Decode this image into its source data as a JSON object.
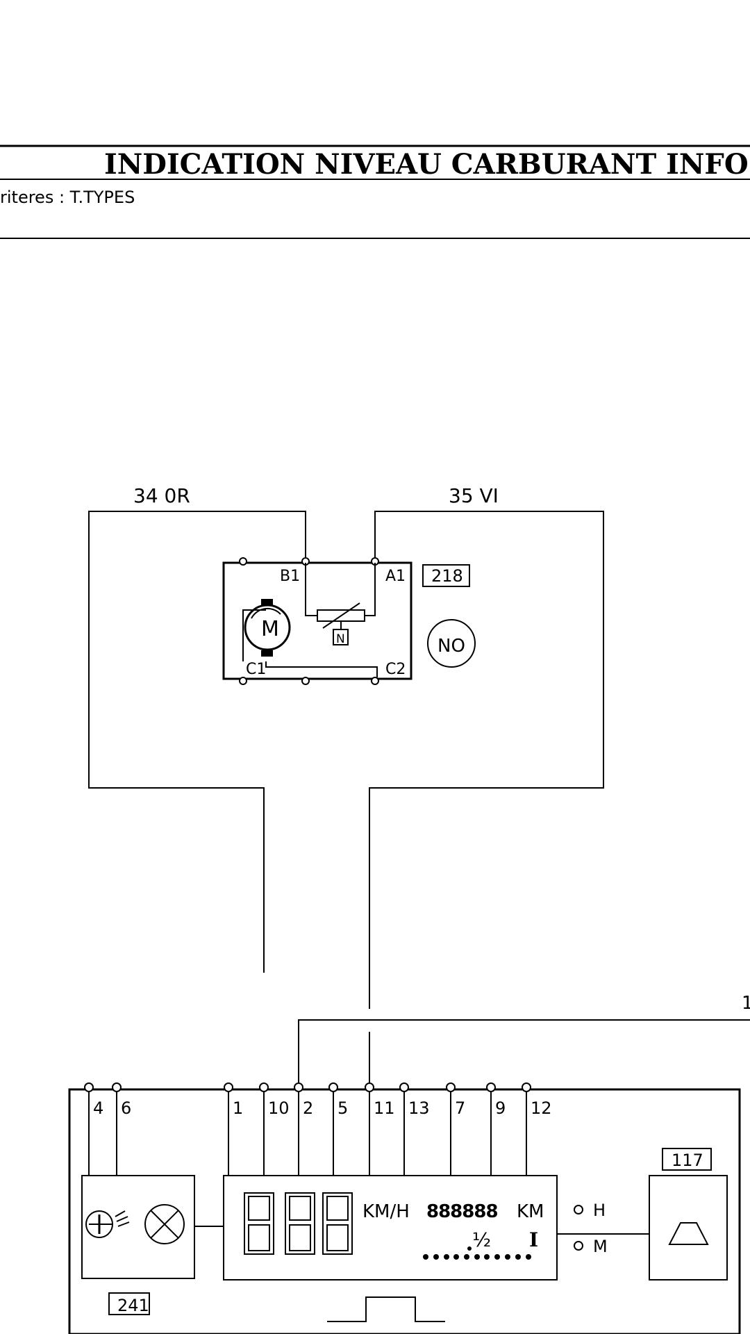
{
  "header": {
    "title": "INDICATION  NIVEAU  CARBURANT  INFO  L.C.D",
    "criteria": "riteres : T.TYPES"
  },
  "wires": {
    "left_label": "34 0R",
    "right_label": "35  VI",
    "cut_label": "1"
  },
  "sender": {
    "ref": "218",
    "badge": "NO",
    "motor": "M",
    "neutral": "N",
    "pins": {
      "b1": "B1",
      "a1": "A1",
      "c1": "C1",
      "c2": "C2"
    }
  },
  "cluster": {
    "pins": [
      "4",
      "6",
      "1",
      "10",
      "2",
      "5",
      "11",
      "13",
      "7",
      "9",
      "12"
    ],
    "ref_lamp": "241",
    "ref_buzzer": "117",
    "speed_unit": "KM/H",
    "odometer_digits": "888888",
    "odometer_unit": "KM",
    "half_mark": "½",
    "fuel_mark": "I",
    "indicator_h": "H",
    "indicator_m": "M"
  }
}
